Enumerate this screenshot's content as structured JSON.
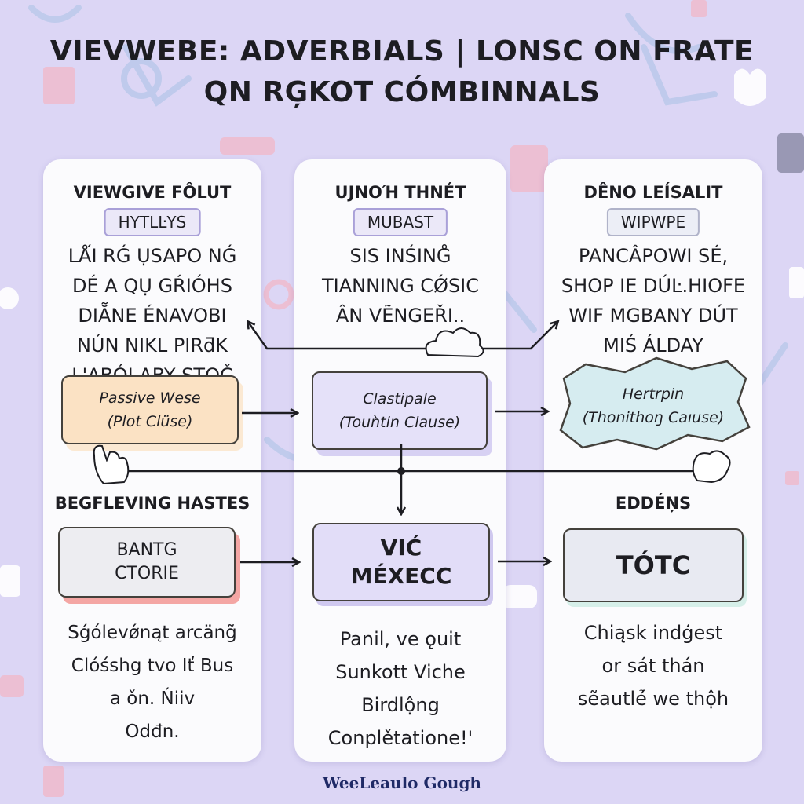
{
  "title": {
    "line1": "VIEVWEBE: ADVERBIALS | LONSC ON FRATE",
    "line2": "QN RĢKOT CÓMBINNALS"
  },
  "columns": [
    {
      "heading": "VIEWGIVE FÔLUT",
      "tag": "HYTLĿYS",
      "lines": [
        "LǺI RǴ ỤSAPO NǴ",
        "DÉ A QỤ GŔIÓHS",
        "DIẴNE ÉNAVOBI",
        "NÚN NIKL PIRƌK",
        "L'ABÓỊ ABY STOČ"
      ]
    },
    {
      "heading": "UJNOΉ THNÉT",
      "tag": "MUBAST",
      "lines": [
        "SIS INŚING̊",
        "TIANNING CǾSIC",
        "ÂN VẼNGEŘI.."
      ]
    },
    {
      "heading": "DÊNO LEÍSALIT",
      "tag": "WIPWPE",
      "lines": [
        "PANCÂPOWI SÉ,",
        "SHOP IE DÚĿ.HIOFE",
        "WIF MGBANY DÚT",
        "MIŚ ÁLDAY"
      ]
    }
  ],
  "clauses": [
    {
      "line1": "Passive Wese",
      "line2": "(Plot Clüse)"
    },
    {
      "line1": "Clastipale",
      "line2": "(Touǹtin Clause)"
    },
    {
      "line1": "Hertrpin",
      "line2": "(Thonithoŋ Caıuse)"
    }
  ],
  "labels": {
    "hand": "BEGFLEVING HASTES",
    "end": "EDDÉŅS"
  },
  "boxes": [
    {
      "line1": "BANTG",
      "line2": "CTORIE"
    },
    {
      "line1": "VIĆ",
      "line2": "MÉXECC"
    },
    {
      "line1": "TÓTC",
      "line2": ""
    }
  ],
  "bottom_text": [
    [
      "Sǵólevǿnąt arcäng̃",
      "Clóśshg tvo Iť Bus",
      "a ǒn. Ńiiv",
      "Odđn."
    ],
    [
      "Panil, ve ǫuit",
      "Sunkott Viche",
      "Birdlộng",
      "Conplětatione!'"
    ],
    [
      "Chiąsk indģest",
      "or sát thán",
      "sẽautlẻ́ we thộh"
    ]
  ],
  "signature": "WeeLeaulo Gough",
  "colors": {
    "background": "#dcd6f5",
    "panel": "#fbfbfd",
    "orange_box": "#fbe2c4",
    "lavender_box": "#e5e1f9",
    "teal_box": "#d6ecf0",
    "red_shadow": "#f4a6a4",
    "signature": "#1f2a66"
  }
}
